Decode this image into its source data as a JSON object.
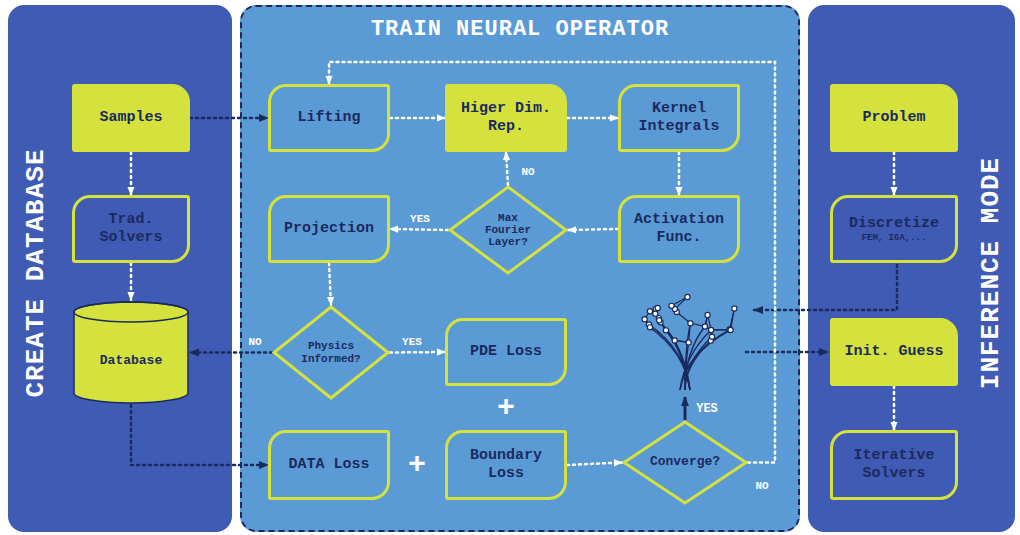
{
  "diagram": {
    "nodes": [
      {
        "text": [
          "CREATE DATABASE"
        ]
      },
      {
        "text": [
          "Samples"
        ],
        "in": 0
      },
      {
        "text": [
          "Trad. Solvers"
        ],
        "in": 0
      },
      {
        "text": [
          "Database"
        ],
        "in": 0
      },
      {
        "text": [
          "TRAIN NEURAL OPERATOR"
        ]
      },
      {
        "text": [
          "Lifting"
        ],
        "in": 4
      },
      {
        "text": [
          "Higer Dim. Rep."
        ],
        "in": 4
      },
      {
        "text": [
          "Kernel Integrals"
        ],
        "in": 4
      },
      {
        "text": [
          "Activation Func."
        ],
        "in": 4
      },
      {
        "text": [
          "Max Fourier Layer?"
        ],
        "in": 4
      },
      {
        "text": [
          "Projection"
        ],
        "in": 4
      },
      {
        "text": [
          "Physics Informed?"
        ],
        "in": 4
      },
      {
        "text": [
          "PDE Loss"
        ],
        "in": 4
      },
      {
        "text": [
          "DATA Loss"
        ],
        "in": 4
      },
      {
        "text": [
          "Boundary Loss"
        ],
        "in": 4
      },
      {
        "text": [
          "Converge?"
        ],
        "in": 4
      },
      {
        "text": [
          "INFERENCE MODE"
        ]
      },
      {
        "text": [
          "Problem"
        ],
        "in": 16
      },
      {
        "text": [
          "Discretize",
          "FEM, IGA,..."
        ],
        "in": 16
      },
      {
        "text": [
          "Init. Guess"
        ],
        "in": 16
      },
      {
        "text": [
          "Iterative Solvers"
        ],
        "in": 16
      }
    ],
    "edges": [
      {
        "from": 1,
        "to": 2,
        "arrow": "to"
      },
      {
        "from": 2,
        "to": 3,
        "arrow": "to"
      },
      {
        "from": 1,
        "to": 5,
        "arrow": "to"
      },
      {
        "from": 5,
        "to": 6,
        "arrow": "to"
      },
      {
        "from": 6,
        "to": 7,
        "arrow": "to"
      },
      {
        "from": 7,
        "to": 8,
        "arrow": "to"
      },
      {
        "from": 8,
        "to": 9,
        "arrow": "to"
      },
      {
        "from": 9,
        "to": 6,
        "label": "NO",
        "arrow": "to"
      },
      {
        "from": 9,
        "to": 10,
        "label": "YES",
        "arrow": "to"
      },
      {
        "from": 10,
        "to": 11,
        "arrow": "to"
      },
      {
        "from": 11,
        "to": 12,
        "label": "YES",
        "arrow": "to"
      },
      {
        "from": 11,
        "to": 3,
        "label": "NO",
        "arrow": "to"
      },
      {
        "from": 3,
        "to": 13,
        "arrow": "to"
      },
      {
        "from": 14,
        "to": 15,
        "arrow": "to"
      },
      {
        "from": 15,
        "to": 5,
        "label": "NO",
        "arrow": "to"
      },
      {
        "from": 17,
        "to": 18,
        "arrow": "to"
      },
      {
        "from": 19,
        "to": 20,
        "arrow": "to"
      }
    ],
    "labels": [
      "+",
      "+",
      "YES"
    ]
  }
}
